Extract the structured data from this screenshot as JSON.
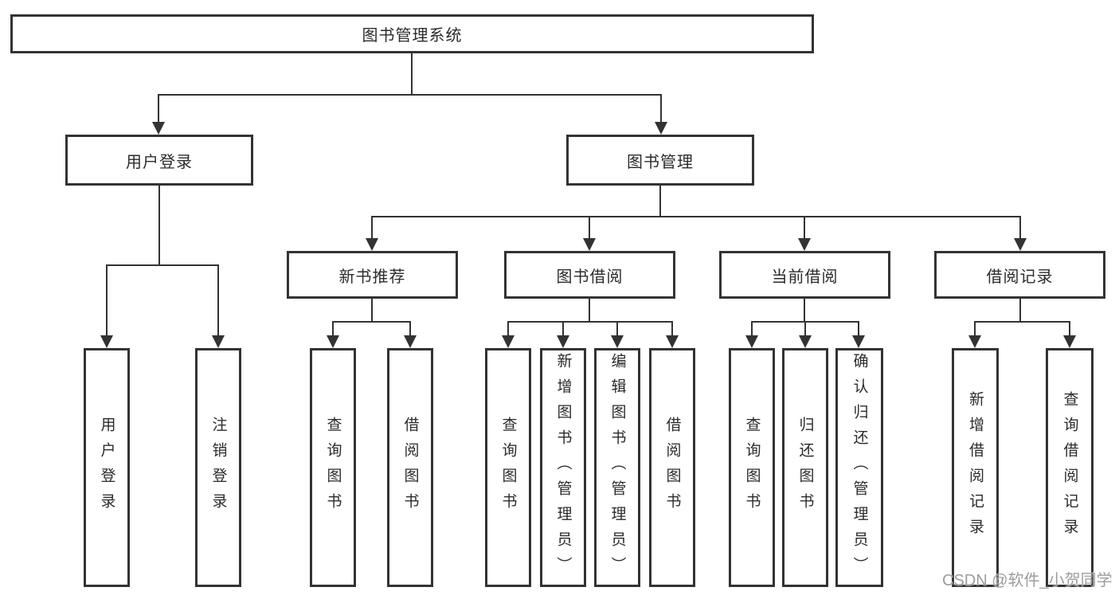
{
  "colors": {
    "line": "#333333",
    "box_bg": "#ffffff",
    "text": "#2b2b2b",
    "watermark": "#9d9d9d"
  },
  "tree": {
    "root": "图书管理系统",
    "user_login": {
      "label": "用户登录",
      "children": [
        "用户登录",
        "注销登录"
      ]
    },
    "book_mgmt": {
      "label": "图书管理",
      "new_book_rec": {
        "label": "新书推荐",
        "children": [
          "查询图书",
          "借阅图书"
        ]
      },
      "book_borrow": {
        "label": "图书借阅",
        "children": [
          "查询图书",
          "新增图书（管理员）",
          "编辑图书（管理员）",
          "借阅图书"
        ]
      },
      "current_borrow": {
        "label": "当前借阅",
        "children": [
          "查询图书",
          "归还图书",
          "确认归还（管理员）"
        ]
      },
      "borrow_record": {
        "label": "借阅记录",
        "children": [
          "新增借阅记录",
          "查询借阅记录"
        ]
      }
    }
  },
  "watermark": "CSDN @软件_小贺同学"
}
